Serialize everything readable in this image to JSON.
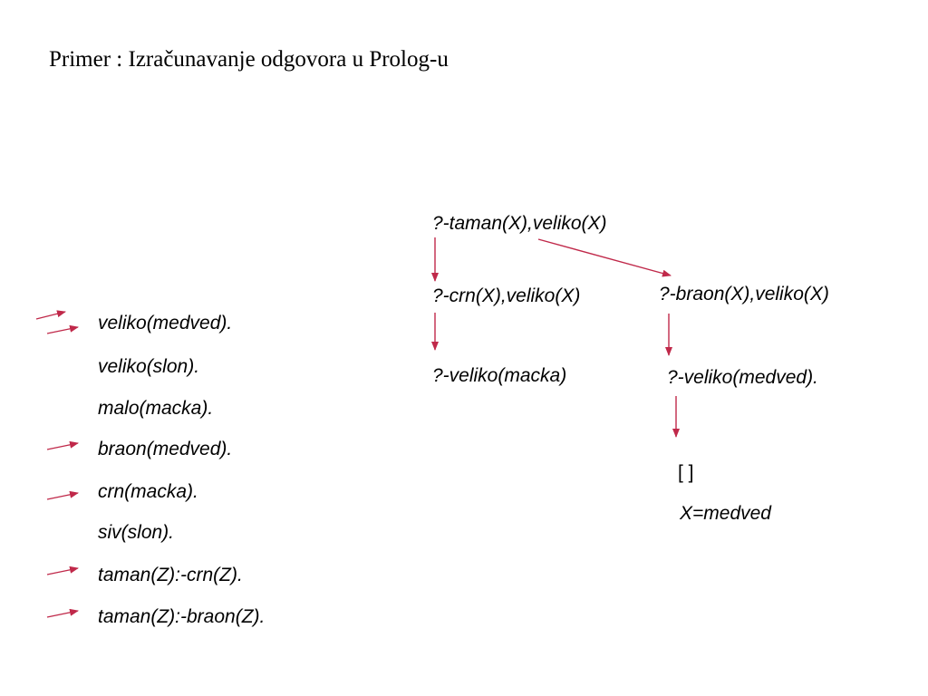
{
  "slide": {
    "title": "Primer : Izračunavanje odgovora u Prolog-u"
  },
  "facts": [
    "veliko(medved).",
    "veliko(slon).",
    "malo(macka).",
    "braon(medved).",
    "crn(macka).",
    "siv(slon).",
    "taman(Z):-crn(Z).",
    "taman(Z):-braon(Z)."
  ],
  "tree": {
    "root": "?-taman(X),veliko(X)",
    "left_1": "?-crn(X),veliko(X)",
    "left_2": "?-veliko(macka)",
    "right_1": "?-braon(X),veliko(X)",
    "right_2": "?-veliko(medved).",
    "empty_goal": "[ ]",
    "answer": "X=medved"
  },
  "colors": {
    "arrow": "#c0294a",
    "text": "#000000"
  },
  "icons": [
    "pointer-arrow-icon",
    "down-arrow-icon",
    "diagonal-arrow-icon"
  ]
}
